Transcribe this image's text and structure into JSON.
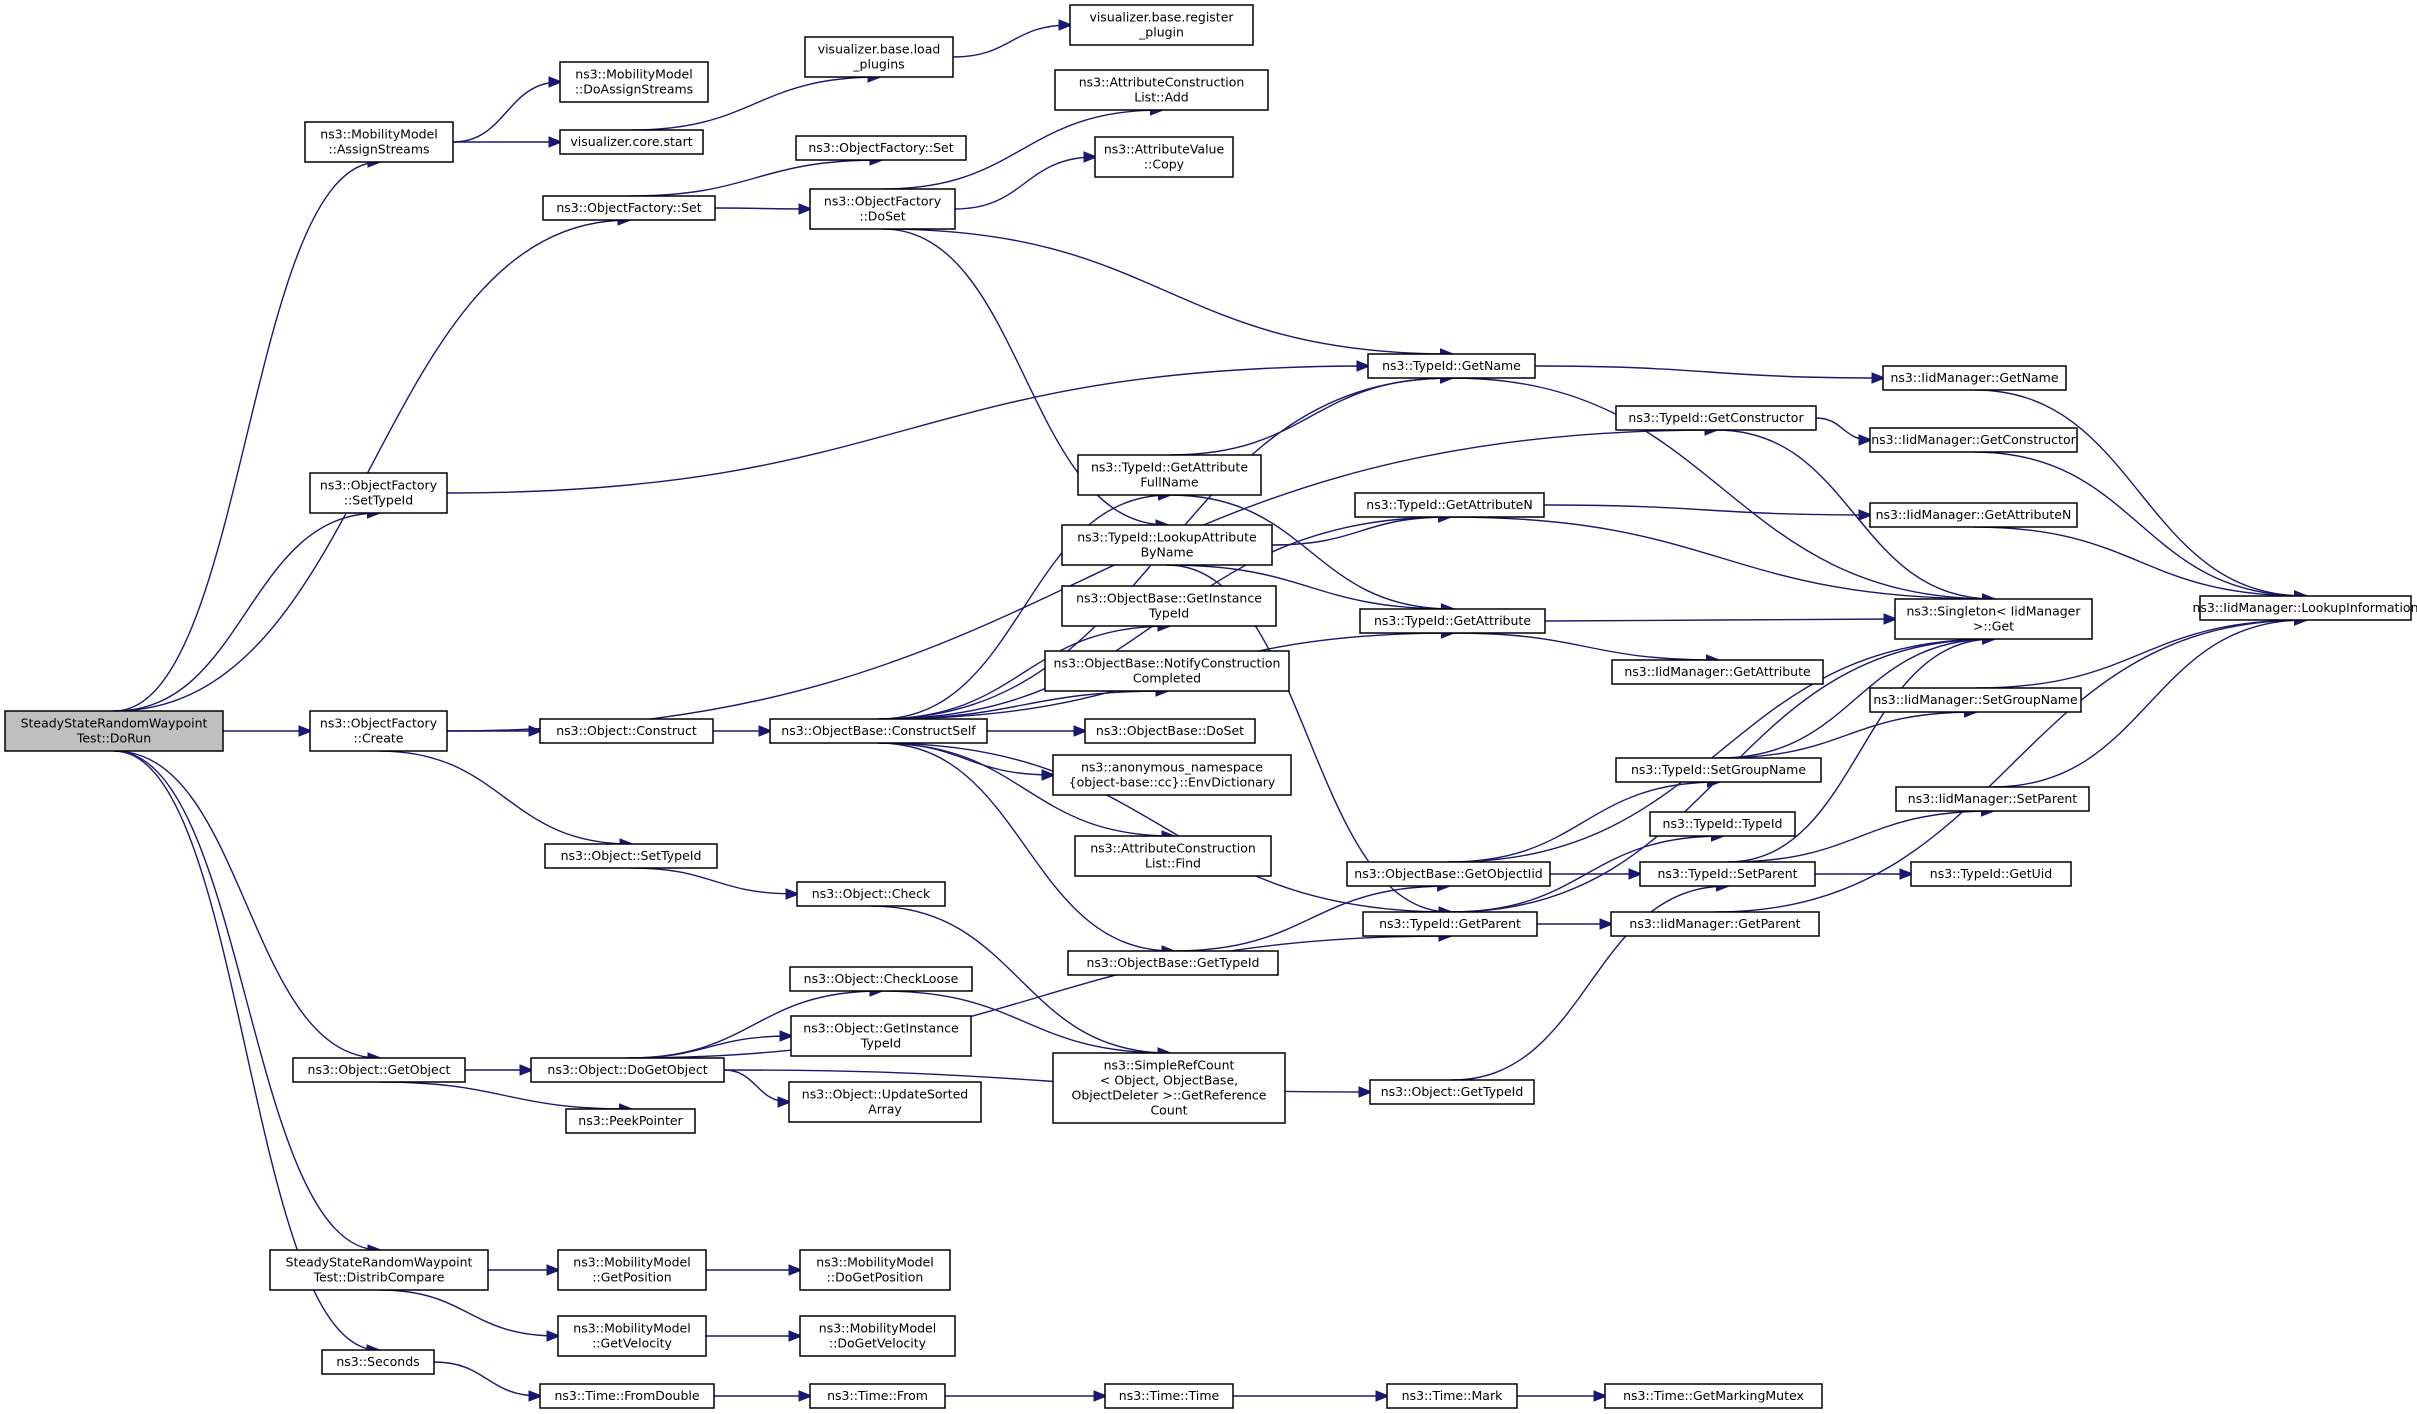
{
  "graph": {
    "root": "dorun",
    "colors": {
      "edge": "#191970",
      "node_border": "#000000",
      "root_fill": "#bfbfbf",
      "node_fill": "#ffffff"
    },
    "nodes": [
      {
        "id": "dorun",
        "lines": [
          "SteadyStateRandomWaypoint",
          "Test::DoRun"
        ]
      },
      {
        "id": "mm_assign",
        "lines": [
          "ns3::MobilityModel",
          "::AssignStreams"
        ]
      },
      {
        "id": "mm_doassign",
        "lines": [
          "ns3::MobilityModel",
          "::DoAssignStreams"
        ]
      },
      {
        "id": "vis_core_start",
        "lines": [
          "visualizer.core.start"
        ]
      },
      {
        "id": "vis_load",
        "lines": [
          "visualizer.base.load",
          "_plugins"
        ]
      },
      {
        "id": "vis_register",
        "lines": [
          "visualizer.base.register",
          "_plugin"
        ]
      },
      {
        "id": "of_set",
        "lines": [
          "ns3::ObjectFactory::Set"
        ]
      },
      {
        "id": "of_set2",
        "lines": [
          "ns3::ObjectFactory::Set"
        ]
      },
      {
        "id": "of_doset",
        "lines": [
          "ns3::ObjectFactory",
          "::DoSet"
        ]
      },
      {
        "id": "acl_add",
        "lines": [
          "ns3::AttributeConstruction",
          "List::Add"
        ]
      },
      {
        "id": "av_copy",
        "lines": [
          "ns3::AttributeValue",
          "::Copy"
        ]
      },
      {
        "id": "of_settypeid",
        "lines": [
          "ns3::ObjectFactory",
          "::SetTypeId"
        ]
      },
      {
        "id": "tid_getname",
        "lines": [
          "ns3::TypeId::GetName"
        ]
      },
      {
        "id": "iid_getname",
        "lines": [
          "ns3::IidManager::GetName"
        ]
      },
      {
        "id": "tid_getctor",
        "lines": [
          "ns3::TypeId::GetConstructor"
        ]
      },
      {
        "id": "iid_getctor",
        "lines": [
          "ns3::IidManager::GetConstructor"
        ]
      },
      {
        "id": "tid_getattrfull",
        "lines": [
          "ns3::TypeId::GetAttribute",
          "FullName"
        ]
      },
      {
        "id": "tid_lookupattr",
        "lines": [
          "ns3::TypeId::LookupAttribute",
          "ByName"
        ]
      },
      {
        "id": "tid_getattrn",
        "lines": [
          "ns3::TypeId::GetAttributeN"
        ]
      },
      {
        "id": "iid_getattrn",
        "lines": [
          "ns3::IidManager::GetAttributeN"
        ]
      },
      {
        "id": "singleton_get",
        "lines": [
          "ns3::Singleton< IidManager",
          ">::Get"
        ]
      },
      {
        "id": "iid_lookup",
        "lines": [
          "ns3::IidManager::LookupInformation"
        ]
      },
      {
        "id": "ob_getinst",
        "lines": [
          "ns3::ObjectBase::GetInstance",
          "TypeId"
        ]
      },
      {
        "id": "tid_getattr",
        "lines": [
          "ns3::TypeId::GetAttribute"
        ]
      },
      {
        "id": "iid_getattr",
        "lines": [
          "ns3::IidManager::GetAttribute"
        ]
      },
      {
        "id": "ob_notify",
        "lines": [
          "ns3::ObjectBase::NotifyConstruction",
          "Completed"
        ]
      },
      {
        "id": "of_create",
        "lines": [
          "ns3::ObjectFactory",
          "::Create"
        ]
      },
      {
        "id": "obj_construct",
        "lines": [
          "ns3::Object::Construct"
        ]
      },
      {
        "id": "ob_constructself",
        "lines": [
          "ns3::ObjectBase::ConstructSelf"
        ]
      },
      {
        "id": "ob_doset",
        "lines": [
          "ns3::ObjectBase::DoSet"
        ]
      },
      {
        "id": "iid_setgroup",
        "lines": [
          "ns3::IidManager::SetGroupName"
        ]
      },
      {
        "id": "anon_env",
        "lines": [
          "ns3::anonymous_namespace",
          "{object-base::cc}::EnvDictionary"
        ]
      },
      {
        "id": "tid_setgroup",
        "lines": [
          "ns3::TypeId::SetGroupName"
        ]
      },
      {
        "id": "iid_setparent",
        "lines": [
          "ns3::IidManager::SetParent"
        ]
      },
      {
        "id": "tid_typeid",
        "lines": [
          "ns3::TypeId::TypeId"
        ]
      },
      {
        "id": "acl_find",
        "lines": [
          "ns3::AttributeConstruction",
          "List::Find"
        ]
      },
      {
        "id": "obj_settypeid",
        "lines": [
          "ns3::Object::SetTypeId"
        ]
      },
      {
        "id": "ob_getobjectiid",
        "lines": [
          "ns3::ObjectBase::GetObjectIid"
        ]
      },
      {
        "id": "tid_setparent",
        "lines": [
          "ns3::TypeId::SetParent"
        ]
      },
      {
        "id": "tid_getuid",
        "lines": [
          "ns3::TypeId::GetUid"
        ]
      },
      {
        "id": "obj_check",
        "lines": [
          "ns3::Object::Check"
        ]
      },
      {
        "id": "tid_getparent",
        "lines": [
          "ns3::TypeId::GetParent"
        ]
      },
      {
        "id": "iid_getparent",
        "lines": [
          "ns3::IidManager::GetParent"
        ]
      },
      {
        "id": "ob_gettypeid",
        "lines": [
          "ns3::ObjectBase::GetTypeId"
        ]
      },
      {
        "id": "obj_checkloose",
        "lines": [
          "ns3::Object::CheckLoose"
        ]
      },
      {
        "id": "obj_getinst",
        "lines": [
          "ns3::Object::GetInstance",
          "TypeId"
        ]
      },
      {
        "id": "src_getref",
        "lines": [
          "ns3::SimpleRefCount",
          "< Object, ObjectBase,",
          "ObjectDeleter >::GetReference",
          "Count"
        ]
      },
      {
        "id": "obj_getobject",
        "lines": [
          "ns3::Object::GetObject"
        ]
      },
      {
        "id": "obj_dogetobject",
        "lines": [
          "ns3::Object::DoGetObject"
        ]
      },
      {
        "id": "obj_updsorted",
        "lines": [
          "ns3::Object::UpdateSorted",
          "Array"
        ]
      },
      {
        "id": "obj_gettypeid",
        "lines": [
          "ns3::Object::GetTypeId"
        ]
      },
      {
        "id": "peekpointer",
        "lines": [
          "ns3::PeekPointer"
        ]
      },
      {
        "id": "distrib",
        "lines": [
          "SteadyStateRandomWaypoint",
          "Test::DistribCompare"
        ]
      },
      {
        "id": "mm_getpos",
        "lines": [
          "ns3::MobilityModel",
          "::GetPosition"
        ]
      },
      {
        "id": "mm_dogetpos",
        "lines": [
          "ns3::MobilityModel",
          "::DoGetPosition"
        ]
      },
      {
        "id": "mm_getvel",
        "lines": [
          "ns3::MobilityModel",
          "::GetVelocity"
        ]
      },
      {
        "id": "mm_dogetvel",
        "lines": [
          "ns3::MobilityModel",
          "::DoGetVelocity"
        ]
      },
      {
        "id": "seconds",
        "lines": [
          "ns3::Seconds"
        ]
      },
      {
        "id": "time_fromdouble",
        "lines": [
          "ns3::Time::FromDouble"
        ]
      },
      {
        "id": "time_from",
        "lines": [
          "ns3::Time::From"
        ]
      },
      {
        "id": "time_time",
        "lines": [
          "ns3::Time::Time"
        ]
      },
      {
        "id": "time_mark",
        "lines": [
          "ns3::Time::Mark"
        ]
      },
      {
        "id": "time_getmutex",
        "lines": [
          "ns3::Time::GetMarkingMutex"
        ]
      }
    ],
    "edges": [
      [
        "dorun",
        "mm_assign"
      ],
      [
        "dorun",
        "of_set"
      ],
      [
        "dorun",
        "of_settypeid"
      ],
      [
        "dorun",
        "of_create"
      ],
      [
        "dorun",
        "obj_getobject"
      ],
      [
        "dorun",
        "distrib"
      ],
      [
        "dorun",
        "seconds"
      ],
      [
        "mm_assign",
        "mm_doassign"
      ],
      [
        "mm_assign",
        "vis_core_start"
      ],
      [
        "vis_core_start",
        "vis_load"
      ],
      [
        "vis_load",
        "vis_register"
      ],
      [
        "of_set",
        "of_set2"
      ],
      [
        "of_set",
        "of_doset"
      ],
      [
        "of_doset",
        "acl_add"
      ],
      [
        "of_doset",
        "av_copy"
      ],
      [
        "of_doset",
        "tid_getname"
      ],
      [
        "of_doset",
        "tid_lookupattr"
      ],
      [
        "of_settypeid",
        "tid_getname"
      ],
      [
        "tid_getname",
        "iid_getname"
      ],
      [
        "tid_getname",
        "singleton_get"
      ],
      [
        "iid_getname",
        "iid_lookup"
      ],
      [
        "tid_getctor",
        "iid_getctor"
      ],
      [
        "tid_getctor",
        "singleton_get"
      ],
      [
        "iid_getctor",
        "iid_lookup"
      ],
      [
        "tid_getattrfull",
        "tid_getname"
      ],
      [
        "tid_getattrfull",
        "tid_getattr"
      ],
      [
        "tid_lookupattr",
        "tid_getattrn"
      ],
      [
        "tid_lookupattr",
        "tid_getattr"
      ],
      [
        "tid_lookupattr",
        "tid_getparent"
      ],
      [
        "tid_getattrn",
        "iid_getattrn"
      ],
      [
        "tid_getattrn",
        "singleton_get"
      ],
      [
        "iid_getattrn",
        "iid_lookup"
      ],
      [
        "tid_getattr",
        "singleton_get"
      ],
      [
        "tid_getattr",
        "iid_getattr"
      ],
      [
        "of_create",
        "tid_getctor"
      ],
      [
        "of_create",
        "obj_construct"
      ],
      [
        "of_create",
        "obj_settypeid"
      ],
      [
        "obj_construct",
        "ob_constructself"
      ],
      [
        "ob_constructself",
        "tid_getname"
      ],
      [
        "ob_constructself",
        "tid_getattrn"
      ],
      [
        "ob_constructself",
        "tid_getattrfull"
      ],
      [
        "ob_constructself",
        "ob_getinst"
      ],
      [
        "ob_constructself",
        "ob_notify"
      ],
      [
        "ob_constructself",
        "ob_doset"
      ],
      [
        "ob_constructself",
        "anon_env"
      ],
      [
        "ob_constructself",
        "acl_find"
      ],
      [
        "ob_constructself",
        "ob_gettypeid"
      ],
      [
        "ob_constructself",
        "tid_getattr"
      ],
      [
        "ob_constructself",
        "tid_getparent"
      ],
      [
        "ob_getobjectiid",
        "tid_setgroup"
      ],
      [
        "ob_getobjectiid",
        "tid_setparent"
      ],
      [
        "ob_getobjectiid",
        "singleton_get"
      ],
      [
        "ob_gettypeid",
        "ob_getobjectiid"
      ],
      [
        "tid_setgroup",
        "iid_setgroup"
      ],
      [
        "tid_setgroup",
        "singleton_get"
      ],
      [
        "iid_setgroup",
        "iid_lookup"
      ],
      [
        "iid_setparent",
        "iid_lookup"
      ],
      [
        "tid_setparent",
        "iid_setparent"
      ],
      [
        "tid_setparent",
        "tid_getuid"
      ],
      [
        "tid_setparent",
        "singleton_get"
      ],
      [
        "tid_getparent",
        "tid_typeid"
      ],
      [
        "tid_getparent",
        "iid_getparent"
      ],
      [
        "tid_getparent",
        "singleton_get"
      ],
      [
        "iid_getparent",
        "iid_lookup"
      ],
      [
        "obj_settypeid",
        "obj_check"
      ],
      [
        "obj_check",
        "src_getref"
      ],
      [
        "obj_checkloose",
        "src_getref"
      ],
      [
        "obj_getobject",
        "obj_dogetobject"
      ],
      [
        "obj_getobject",
        "peekpointer"
      ],
      [
        "obj_dogetobject",
        "obj_checkloose"
      ],
      [
        "obj_dogetobject",
        "obj_getinst"
      ],
      [
        "obj_dogetobject",
        "obj_updsorted"
      ],
      [
        "obj_dogetobject",
        "tid_getparent"
      ],
      [
        "obj_dogetobject",
        "obj_gettypeid"
      ],
      [
        "obj_gettypeid",
        "tid_setparent"
      ],
      [
        "distrib",
        "mm_getpos"
      ],
      [
        "distrib",
        "mm_getvel"
      ],
      [
        "mm_getpos",
        "mm_dogetpos"
      ],
      [
        "mm_getvel",
        "mm_dogetvel"
      ],
      [
        "seconds",
        "time_fromdouble"
      ],
      [
        "time_fromdouble",
        "time_from"
      ],
      [
        "time_from",
        "time_time"
      ],
      [
        "time_time",
        "time_mark"
      ],
      [
        "time_mark",
        "time_getmutex"
      ]
    ]
  }
}
